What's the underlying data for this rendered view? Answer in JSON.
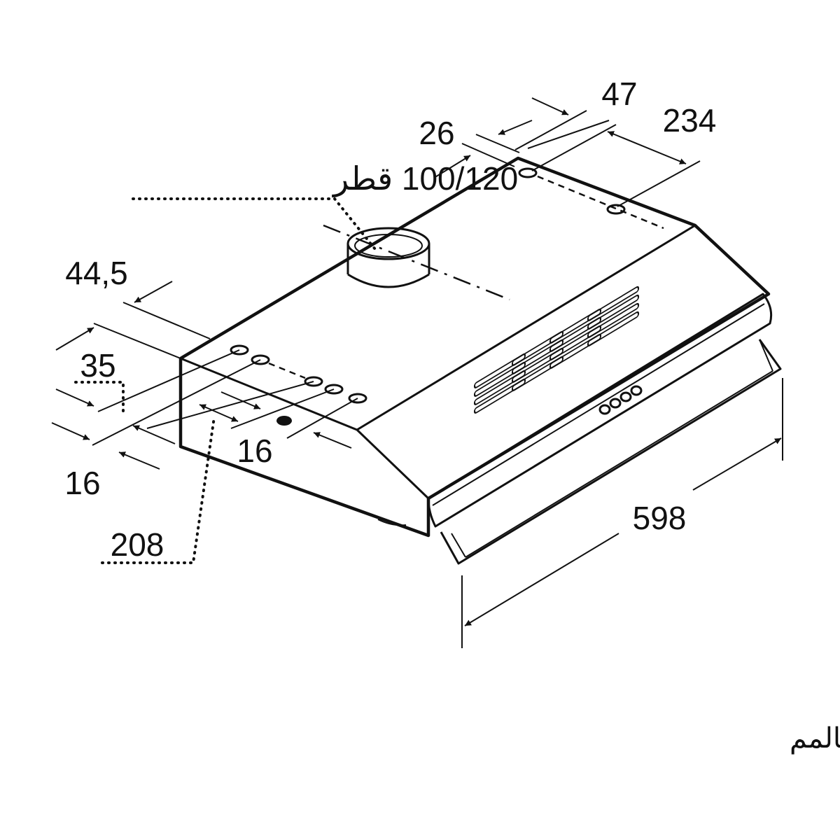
{
  "diagram": {
    "note": "القياسات بالمم",
    "labels": {
      "diameter": "100/120 قطر",
      "d47": "47",
      "d234": "234",
      "d26": "26",
      "d44_5": "44,5",
      "d35": "35",
      "d16_left": "16",
      "d16_mid": "16",
      "d208": "208",
      "d598": "598"
    }
  },
  "colors": {
    "ink": "#111111",
    "background": "#ffffff"
  }
}
